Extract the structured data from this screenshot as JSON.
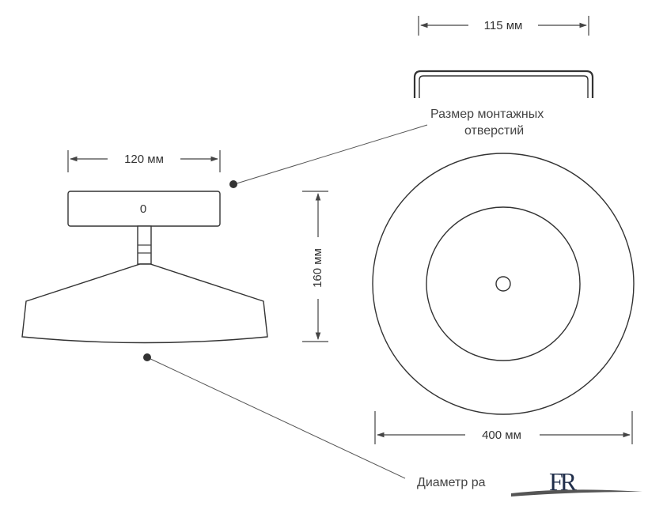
{
  "dimensions": {
    "mount_holes_width": "115 мм",
    "base_width": "120 мм",
    "height": "160 мм",
    "diameter": "400 мм"
  },
  "labels": {
    "mount_holes_line1": "Размер монтажных",
    "mount_holes_line2": "отверстий",
    "diameter_caption": "Диаметр ра",
    "base_marker": "0"
  },
  "logo": {
    "text": "FR"
  }
}
